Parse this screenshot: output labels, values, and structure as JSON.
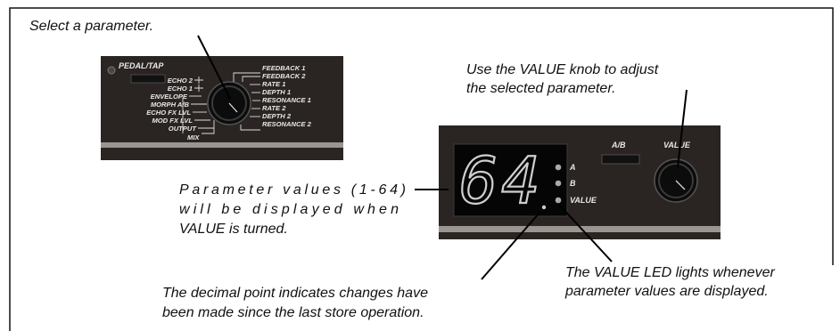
{
  "callouts": {
    "select": "Select a parameter.",
    "use_value_1": "Use the VALUE knob to adjust",
    "use_value_2": "the selected parameter.",
    "param_1": "Parameter values (1-64)",
    "param_2": "will be displayed when",
    "param_3": "VALUE is turned.",
    "decimal_1": "The decimal point indicates changes have",
    "decimal_2": "been made since the last store operation.",
    "led_1": "The VALUE LED lights whenever",
    "led_2": "parameter values are displayed."
  },
  "left_panel": {
    "pedal_tap": "PEDAL/TAP",
    "left_params": [
      "ECHO 2",
      "ECHO 1",
      "ENVELOPE",
      "MORPH A/B",
      "ECHO FX LVL",
      "MOD FX LVL",
      "OUTPUT",
      "MIX"
    ],
    "right_params": [
      "FEEDBACK 1",
      "FEEDBACK 2",
      "RATE 1",
      "DEPTH 1",
      "RESONANCE 1",
      "RATE 2",
      "DEPTH 2",
      "RESONANCE 2"
    ]
  },
  "right_panel": {
    "display_value": "64",
    "led_a": "A",
    "led_b": "B",
    "led_value": "VALUE",
    "ab_button": "A/B",
    "value_knob": "VALUE"
  },
  "colors": {
    "panel": "#2a2522",
    "panel_text": "#e8e8e8",
    "display_bg": "#050505",
    "segment": "#cfcfcf"
  }
}
